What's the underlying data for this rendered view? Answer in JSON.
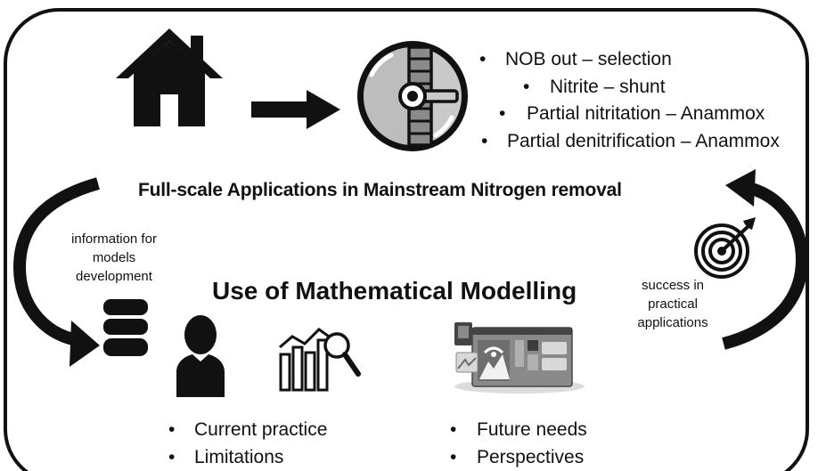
{
  "colors": {
    "ink": "#111111",
    "gray_dark": "#444444",
    "gray_mid": "#8a8a8a",
    "gray_light": "#c9c9c9",
    "background": "#ffffff"
  },
  "icons": {
    "house": "house-icon",
    "arrow": "arrow-right-icon",
    "reactor": "reactor-tank-icon",
    "target": "target-icon",
    "database": "database-icon",
    "person": "person-icon",
    "analytics": "chart-magnifier-icon",
    "dashboard": "dashboard-screen-icon"
  },
  "top_bullets": [
    "NOB out – selection",
    "Nitrite – shunt",
    "Partial nitritation – Anammox",
    "Partial denitrification – Anammox"
  ],
  "bullet_symbol": "•",
  "main_heading": "Full-scale Applications in Mainstream Nitrogen removal",
  "center_heading": "Use of Mathematical Modelling",
  "left_label": [
    "information for",
    "models",
    "development"
  ],
  "right_label": [
    "success in",
    "practical",
    "applications"
  ],
  "bottom_left_bullets": [
    "Current practice",
    "Limitations"
  ],
  "bottom_right_bullets": [
    "Future needs",
    "Perspectives"
  ]
}
